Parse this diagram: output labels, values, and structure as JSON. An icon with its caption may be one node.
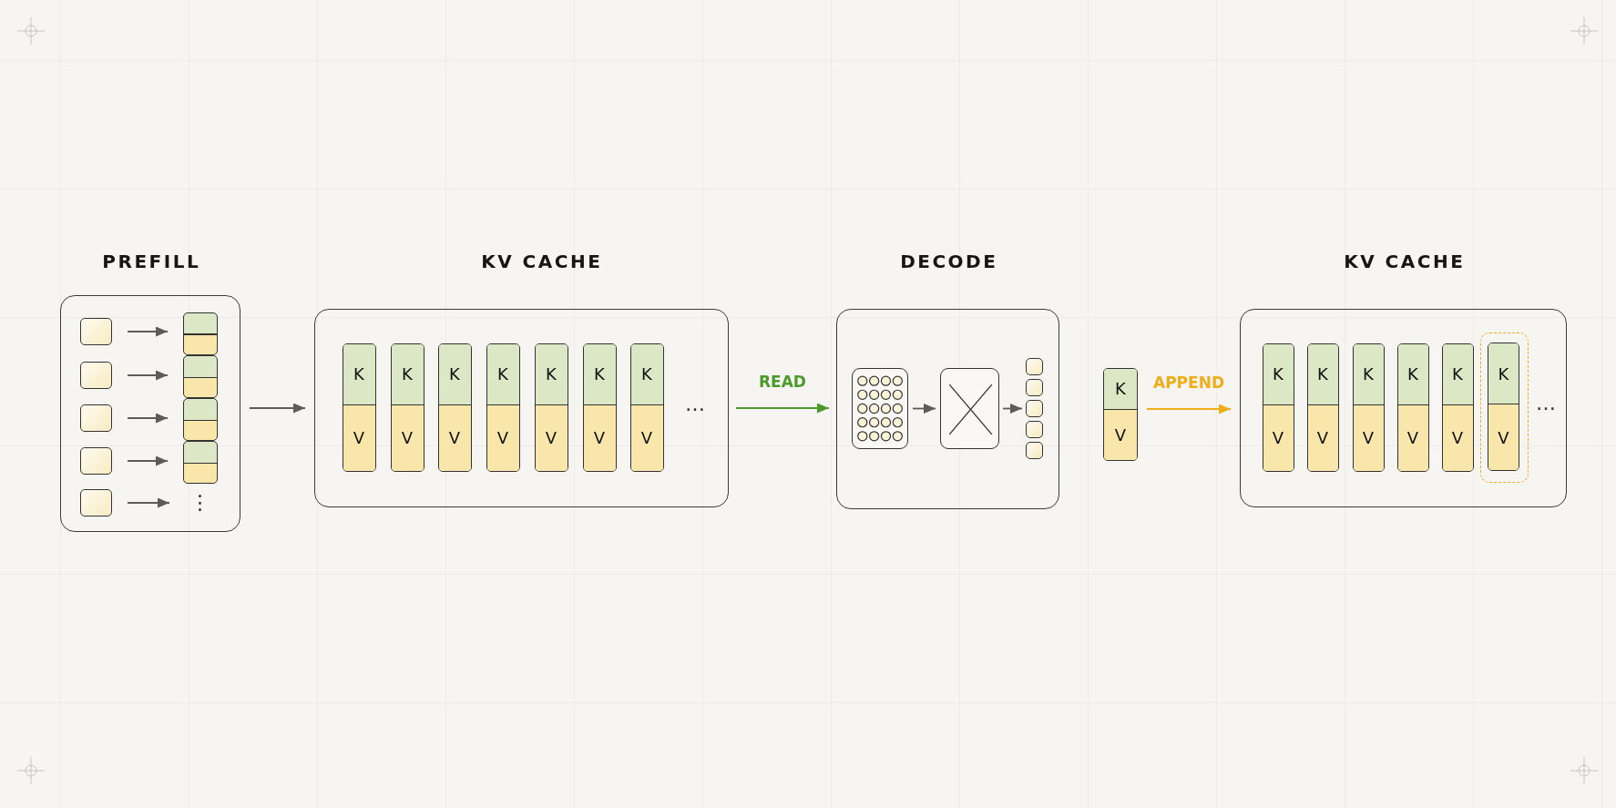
{
  "diagram": {
    "nodes": [
      {
        "text": [
          "PREFILL"
        ]
      },
      {
        "text": [],
        "shape": "box",
        "in": 0
      },
      {
        "text": [],
        "shape": "box",
        "in": 0
      },
      {
        "text": [],
        "shape": "box",
        "in": 0
      },
      {
        "text": [],
        "shape": "box",
        "in": 0
      },
      {
        "text": [],
        "shape": "box",
        "in": 0
      },
      {
        "text": [],
        "shape": "box",
        "in": 0
      },
      {
        "text": [],
        "shape": "box",
        "in": 0
      },
      {
        "text": [],
        "shape": "box",
        "in": 0
      },
      {
        "text": [],
        "shape": "box",
        "in": 0
      },
      {
        "text": [
          "⋮"
        ],
        "in": 0
      },
      {
        "text": [
          "KV CACHE"
        ]
      },
      {
        "text": [
          "K",
          "V"
        ],
        "in": 11
      },
      {
        "text": [
          "K",
          "V"
        ],
        "in": 11
      },
      {
        "text": [
          "K",
          "V"
        ],
        "in": 11
      },
      {
        "text": [
          "K",
          "V"
        ],
        "in": 11
      },
      {
        "text": [
          "K",
          "V"
        ],
        "in": 11
      },
      {
        "text": [
          "K",
          "V"
        ],
        "in": 11
      },
      {
        "text": [
          "K",
          "V"
        ],
        "in": 11
      },
      {
        "text": [
          "DECODE"
        ]
      },
      {
        "text": [],
        "shape": "box",
        "in": 19
      },
      {
        "text": [],
        "shape": "box",
        "in": 19
      },
      {
        "text": [],
        "shape": "box",
        "in": 19
      },
      {
        "text": [],
        "shape": "box",
        "in": 19
      },
      {
        "text": [],
        "shape": "box",
        "in": 19
      },
      {
        "text": [],
        "shape": "box",
        "in": 19
      },
      {
        "text": [],
        "shape": "box",
        "in": 19
      },
      {
        "text": [
          "K",
          "V"
        ]
      },
      {
        "text": [
          "KV CACHE"
        ]
      },
      {
        "text": [
          "K",
          "V"
        ],
        "in": 28
      },
      {
        "text": [
          "K",
          "V"
        ],
        "in": 28
      },
      {
        "text": [
          "K",
          "V"
        ],
        "in": 28
      },
      {
        "text": [
          "K",
          "V"
        ],
        "in": 28
      },
      {
        "text": [
          "K",
          "V"
        ],
        "in": 28
      },
      {
        "text": [],
        "shape": "box",
        "in": 28
      },
      {
        "text": [
          "K",
          "V"
        ],
        "in": 34
      }
    ],
    "edges": [
      {
        "from": 1,
        "to": 6,
        "arrow": "to"
      },
      {
        "from": 2,
        "to": 7,
        "arrow": "to"
      },
      {
        "from": 3,
        "to": 8,
        "arrow": "to"
      },
      {
        "from": 4,
        "to": 9,
        "arrow": "to"
      },
      {
        "from": 5,
        "to": 10,
        "arrow": "to"
      },
      {
        "from": 0,
        "to": 11,
        "arrow": "to"
      },
      {
        "from": 11,
        "to": 19,
        "arrow": "to",
        "label": "READ",
        "color": "#4b9a2c"
      },
      {
        "from": 20,
        "to": 21,
        "arrow": "to"
      },
      {
        "from": 21,
        "to": 24,
        "arrow": "to"
      },
      {
        "from": 27,
        "to": 28,
        "arrow": "to",
        "label": "APPEND",
        "color": "#f0ad1a"
      }
    ],
    "labels": [
      "…",
      "…"
    ]
  }
}
